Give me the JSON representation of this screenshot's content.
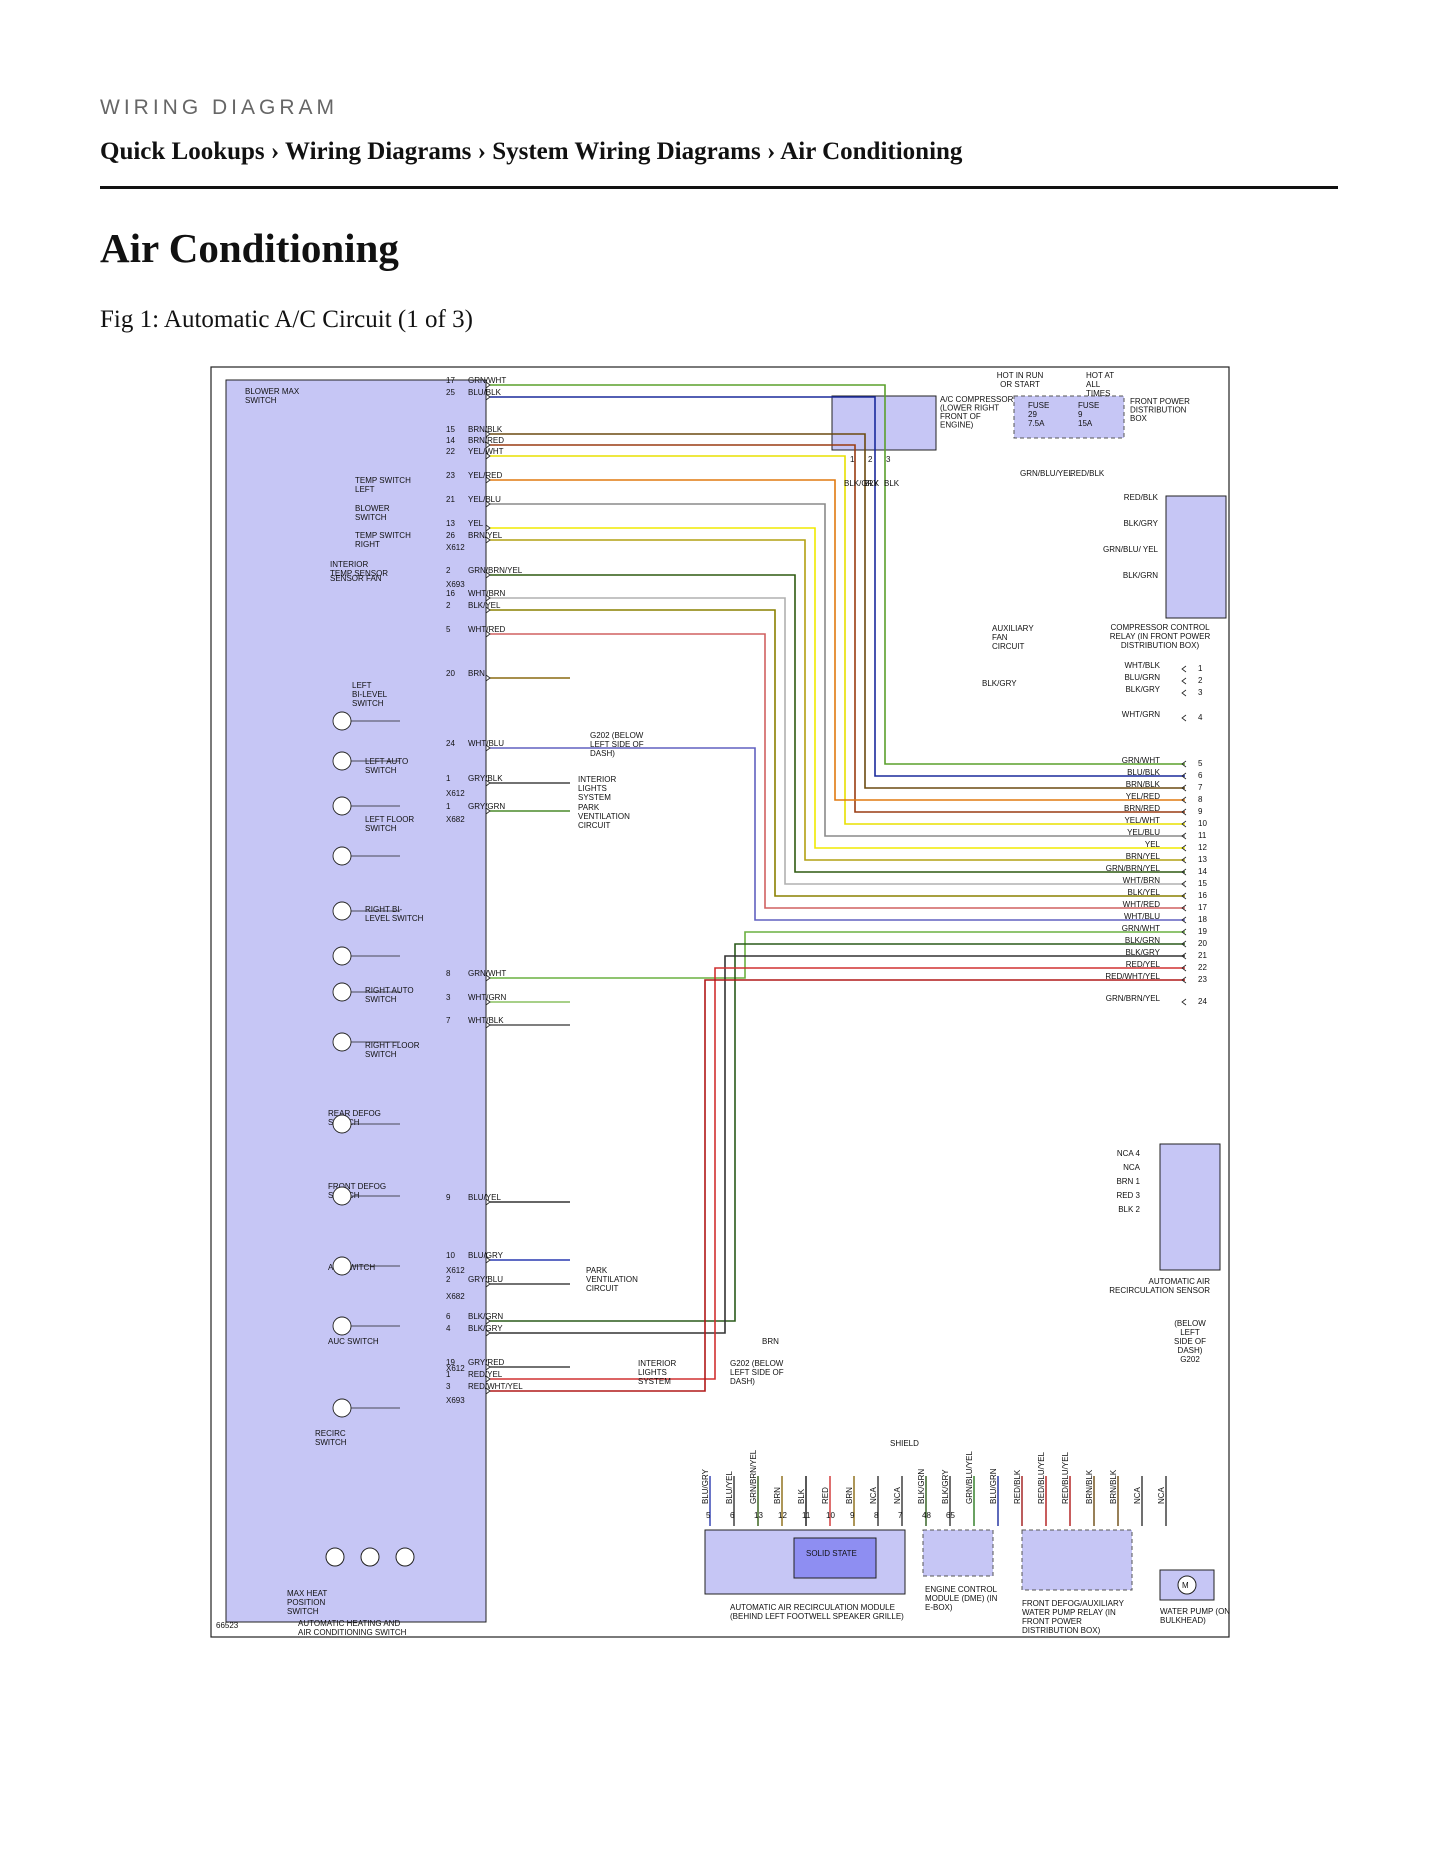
{
  "page": {
    "kicker": "WIRING DIAGRAM",
    "breadcrumbs": [
      "Quick Lookups",
      "Wiring Diagrams",
      "System Wiring Diagrams",
      "Air Conditioning"
    ],
    "title": "Air Conditioning",
    "figure_caption": "Fig 1: Automatic A/C Circuit (1 of 3)"
  },
  "diagram": {
    "figure_id": "66523",
    "switch_panel": {
      "caption": "AUTOMATIC HEATING AND AIR CONDITIONING SWITCH",
      "labels": [
        "BLOWER MAX SWITCH",
        "TEMP SWITCH LEFT",
        "BLOWER SWITCH",
        "TEMP SWITCH RIGHT",
        "INTERIOR TEMP SENSOR",
        "SENSOR FAN",
        "LEFT BI-LEVEL SWITCH",
        "LEFT AUTO SWITCH",
        "LEFT FLOOR SWITCH",
        "RIGHT BI- LEVEL SWITCH",
        "RIGHT AUTO SWITCH",
        "RIGHT FLOOR SWITCH",
        "REAR DEFOG SWITCH",
        "FRONT DEFOG SWITCH",
        "A/C SWITCH",
        "AUC SWITCH",
        "RECIRC SWITCH",
        "MAX HEAT POSITION SWITCH"
      ]
    },
    "left_pins": [
      {
        "pin": "17",
        "wire": "GRN/WHT",
        "color": "#5aa02c"
      },
      {
        "pin": "25",
        "wire": "BLU/BLK",
        "color": "#1a2a9c"
      },
      {
        "pin": "15",
        "wire": "BRN/BLK",
        "color": "#6b4a10"
      },
      {
        "pin": "14",
        "wire": "BRN/RED",
        "color": "#9a3c12"
      },
      {
        "pin": "22",
        "wire": "YEL/WHT",
        "color": "#e8e000"
      },
      {
        "pin": "23",
        "wire": "YEL/RED",
        "color": "#e07a10"
      },
      {
        "pin": "21",
        "wire": "YEL/BLU",
        "color": "#8a8a8a"
      },
      {
        "pin": "13",
        "wire": "YEL",
        "color": "#f0ea00"
      },
      {
        "pin": "26",
        "wire": "BRN/YEL",
        "color": "#b2a012"
      },
      {
        "pin": "2",
        "wire": "GRN/BRN/YEL",
        "color": "#2f5a10"
      },
      {
        "pin": "16",
        "wire": "WHT/BRN",
        "color": "#b0b0b0"
      },
      {
        "pin": "2",
        "wire": "BLK/YEL",
        "color": "#8a8000"
      },
      {
        "pin": "5",
        "wire": "WHT/RED",
        "color": "#d06060"
      },
      {
        "pin": "20",
        "wire": "BRN",
        "color": "#8a6a10"
      },
      {
        "pin": "24",
        "wire": "WHT/BLU",
        "color": "#6060c0"
      },
      {
        "pin": "1",
        "wire": "GRY/BLK",
        "color": "#444444"
      },
      {
        "pin": "1",
        "wire": "GRY/GRN",
        "color": "#4a8a2a"
      },
      {
        "pin": "8",
        "wire": "GRN/WHT",
        "color": "#6ab040"
      },
      {
        "pin": "3",
        "wire": "WHT/GRN",
        "color": "#8ac060"
      },
      {
        "pin": "7",
        "wire": "WHT/BLK",
        "color": "#555555"
      },
      {
        "pin": "9",
        "wire": "BLU/YEL",
        "color": "#333333"
      },
      {
        "pin": "10",
        "wire": "BLU/GRY",
        "color": "#2a3ab0"
      },
      {
        "pin": "2",
        "wire": "GRY/BLU",
        "color": "#444444"
      },
      {
        "pin": "6",
        "wire": "BLK/GRN",
        "color": "#2a5a1a"
      },
      {
        "pin": "4",
        "wire": "BLK/GRY",
        "color": "#333333"
      },
      {
        "pin": "19",
        "wire": "GRY/RED",
        "color": "#444444"
      },
      {
        "pin": "1",
        "wire": "RED/YEL",
        "color": "#d03030"
      },
      {
        "pin": "3",
        "wire": "RED/WHT/YEL",
        "color": "#b01818"
      }
    ],
    "connectors": [
      "X612",
      "X693",
      "X612",
      "X682",
      "X612",
      "X682",
      "X612",
      "X693"
    ],
    "ground_label": "G202 (BELOW LEFT SIDE OF DASH)",
    "side_destinations": [
      "INTERIOR LIGHTS SYSTEM",
      "PARK VENTILATION CIRCUIT",
      "PARK VENTILATION CIRCUIT",
      "INTERIOR LIGHTS SYSTEM"
    ],
    "right_pins": [
      {
        "pin": "1",
        "wire": "WHT/BLK"
      },
      {
        "pin": "2",
        "wire": "BLU/GRN"
      },
      {
        "pin": "3",
        "wire": "BLK/GRY"
      },
      {
        "pin": "4",
        "wire": "WHT/GRN"
      },
      {
        "pin": "5",
        "wire": "GRN/WHT"
      },
      {
        "pin": "6",
        "wire": "BLU/BLK"
      },
      {
        "pin": "7",
        "wire": "BRN/BLK"
      },
      {
        "pin": "8",
        "wire": "YEL/RED"
      },
      {
        "pin": "9",
        "wire": "BRN/RED"
      },
      {
        "pin": "10",
        "wire": "YEL/WHT"
      },
      {
        "pin": "11",
        "wire": "YEL/BLU"
      },
      {
        "pin": "12",
        "wire": "YEL"
      },
      {
        "pin": "13",
        "wire": "BRN/YEL"
      },
      {
        "pin": "14",
        "wire": "GRN/BRN/YEL"
      },
      {
        "pin": "15",
        "wire": "WHT/BRN"
      },
      {
        "pin": "16",
        "wire": "BLK/YEL"
      },
      {
        "pin": "17",
        "wire": "WHT/RED"
      },
      {
        "pin": "18",
        "wire": "WHT/BLU"
      },
      {
        "pin": "19",
        "wire": "GRN/WHT"
      },
      {
        "pin": "20",
        "wire": "BLK/GRN"
      },
      {
        "pin": "21",
        "wire": "BLK/GRY"
      },
      {
        "pin": "22",
        "wire": "RED/YEL"
      },
      {
        "pin": "23",
        "wire": "RED/WHT/YEL"
      },
      {
        "pin": "24",
        "wire": "GRN/BRN/YEL"
      }
    ],
    "components": {
      "ac_compressor": "A/C COMPRESSOR (LOWER RIGHT FRONT OF ENGINE)",
      "compressor_pins": [
        "1",
        "2",
        "3"
      ],
      "compressor_wires": [
        "BLK/GRY",
        "BLK",
        "BLK"
      ],
      "fuse_box": "FRONT POWER DISTRIBUTION BOX",
      "hot_labels": [
        "HOT IN RUN OR START",
        "HOT AT ALL TIMES"
      ],
      "fuses": [
        {
          "name": "FUSE",
          "number": "29",
          "rating": "7.5A"
        },
        {
          "name": "FUSE",
          "number": "9",
          "rating": "15A"
        }
      ],
      "fuse_wires": [
        "GRN/BLU/YEL",
        "RED/BLK"
      ],
      "relay": "COMPRESSOR CONTROL RELAY (IN FRONT POWER DISTRIBUTION BOX)",
      "relay_wires": [
        "RED/BLK",
        "BLK/GRY",
        "GRN/BLU/ YEL",
        "BLK/GRN"
      ],
      "aux_fan": "AUXILIARY FAN CIRCUIT",
      "aux_fan_wire": "BLK/GRY",
      "recirc_sensor": "AUTOMATIC AIR RECIRCULATION SENSOR",
      "recirc_sensor_pins": [
        {
          "wire": "NCA",
          "pin": "4"
        },
        {
          "wire": "NCA",
          "pin": ""
        },
        {
          "wire": "BRN",
          "pin": "1"
        },
        {
          "wire": "RED",
          "pin": "3"
        },
        {
          "wire": "BLK",
          "pin": "2"
        }
      ],
      "ground_right": "(BELOW LEFT SIDE OF DASH) G202",
      "recirc_module": "AUTOMATIC AIR RECIRCULATION MODULE (BEHIND LEFT FOOTWELL SPEAKER GRILLE)",
      "solid_state": "SOLID STATE",
      "shield": "SHIELD",
      "ecm": "ENGINE CONTROL MODULE (DME) (IN E-BOX)",
      "front_defog_relay": "FRONT DEFOG/AUXILIARY WATER PUMP RELAY (IN FRONT POWER DISTRIBUTION BOX)",
      "water_pump": "WATER PUMP (ON BULKHEAD)",
      "ground_mid": "G202 (BELOW LEFT SIDE OF DASH)",
      "ground_mid_wire": "BRN",
      "bottom_wires": [
        {
          "wire": "BLU/GRY",
          "pin": "5"
        },
        {
          "wire": "BLU/YEL",
          "pin": "6"
        },
        {
          "wire": "GRN/BRN/YEL",
          "pin": "13"
        },
        {
          "wire": "BRN",
          "pin": "12"
        },
        {
          "wire": "BLK",
          "pin": "11"
        },
        {
          "wire": "RED",
          "pin": "10"
        },
        {
          "wire": "BRN",
          "pin": "9"
        },
        {
          "wire": "NCA",
          "pin": "8"
        },
        {
          "wire": "NCA",
          "pin": "7"
        },
        {
          "wire": "BLK/GRN",
          "pin": "48"
        },
        {
          "wire": "BLK/GRY",
          "pin": "65"
        },
        {
          "wire": "GRN/BLU/YEL",
          "pin": ""
        },
        {
          "wire": "BLU/GRN",
          "pin": ""
        },
        {
          "wire": "RED/BLK",
          "pin": ""
        },
        {
          "wire": "RED/BLU/YEL",
          "pin": ""
        },
        {
          "wire": "RED/BLU/YEL",
          "pin": ""
        },
        {
          "wire": "BRN/BLK",
          "pin": ""
        },
        {
          "wire": "BRN/BLK",
          "pin": ""
        },
        {
          "wire": "NCA",
          "pin": ""
        },
        {
          "wire": "NCA",
          "pin": ""
        }
      ]
    }
  }
}
